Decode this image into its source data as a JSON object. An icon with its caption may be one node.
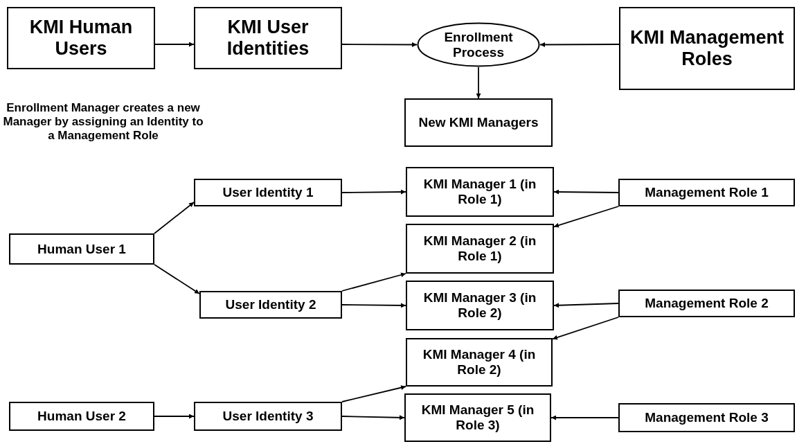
{
  "diagram": {
    "nodes": [
      {
        "text": [
          "KMI Human Users"
        ]
      },
      {
        "text": [
          "KMI User Identities"
        ]
      },
      {
        "text": [
          "Enrollment Process"
        ]
      },
      {
        "text": [
          "KMI Management Roles"
        ]
      },
      {
        "text": [
          "New KMI Managers"
        ]
      },
      {
        "text": [
          "User Identity 1"
        ]
      },
      {
        "text": [
          "KMI Manager 1 (in Role 1)"
        ]
      },
      {
        "text": [
          "Management Role 1"
        ]
      },
      {
        "text": [
          "Human User 1"
        ]
      },
      {
        "text": [
          "KMI Manager 2 (in Role 1)"
        ]
      },
      {
        "text": [
          "User Identity 2"
        ]
      },
      {
        "text": [
          "KMI Manager 3 (in Role 2)"
        ]
      },
      {
        "text": [
          "Management Role 2"
        ]
      },
      {
        "text": [
          "KMI Manager 4 (in Role 2)"
        ]
      },
      {
        "text": [
          "Human User 2"
        ]
      },
      {
        "text": [
          "User Identity 3"
        ]
      },
      {
        "text": [
          "KMI Manager 5 (in Role 3)"
        ]
      },
      {
        "text": [
          "Management Role 3"
        ]
      }
    ],
    "edges": [
      {
        "from": 0,
        "to": 1,
        "arrow": "to"
      },
      {
        "from": 1,
        "to": 2,
        "arrow": "to"
      },
      {
        "from": 3,
        "to": 2,
        "arrow": "to"
      },
      {
        "from": 2,
        "to": 4,
        "arrow": "to"
      },
      {
        "from": 8,
        "to": 5,
        "arrow": "to"
      },
      {
        "from": 8,
        "to": 10,
        "arrow": "to"
      },
      {
        "from": 5,
        "to": 6,
        "arrow": "to"
      },
      {
        "from": 7,
        "to": 6,
        "arrow": "to"
      },
      {
        "from": 7,
        "to": 9,
        "arrow": "to"
      },
      {
        "from": 10,
        "to": 9,
        "arrow": "to"
      },
      {
        "from": 10,
        "to": 11,
        "arrow": "to"
      },
      {
        "from": 12,
        "to": 11,
        "arrow": "to"
      },
      {
        "from": 12,
        "to": 13,
        "arrow": "to"
      },
      {
        "from": 15,
        "to": 13,
        "arrow": "to"
      },
      {
        "from": 14,
        "to": 15,
        "arrow": "to"
      },
      {
        "from": 15,
        "to": 16,
        "arrow": "to"
      },
      {
        "from": 17,
        "to": 16,
        "arrow": "to"
      }
    ],
    "labels": [
      "Enrollment Manager creates a new Manager by assigning an Identity to a Management Role"
    ]
  }
}
